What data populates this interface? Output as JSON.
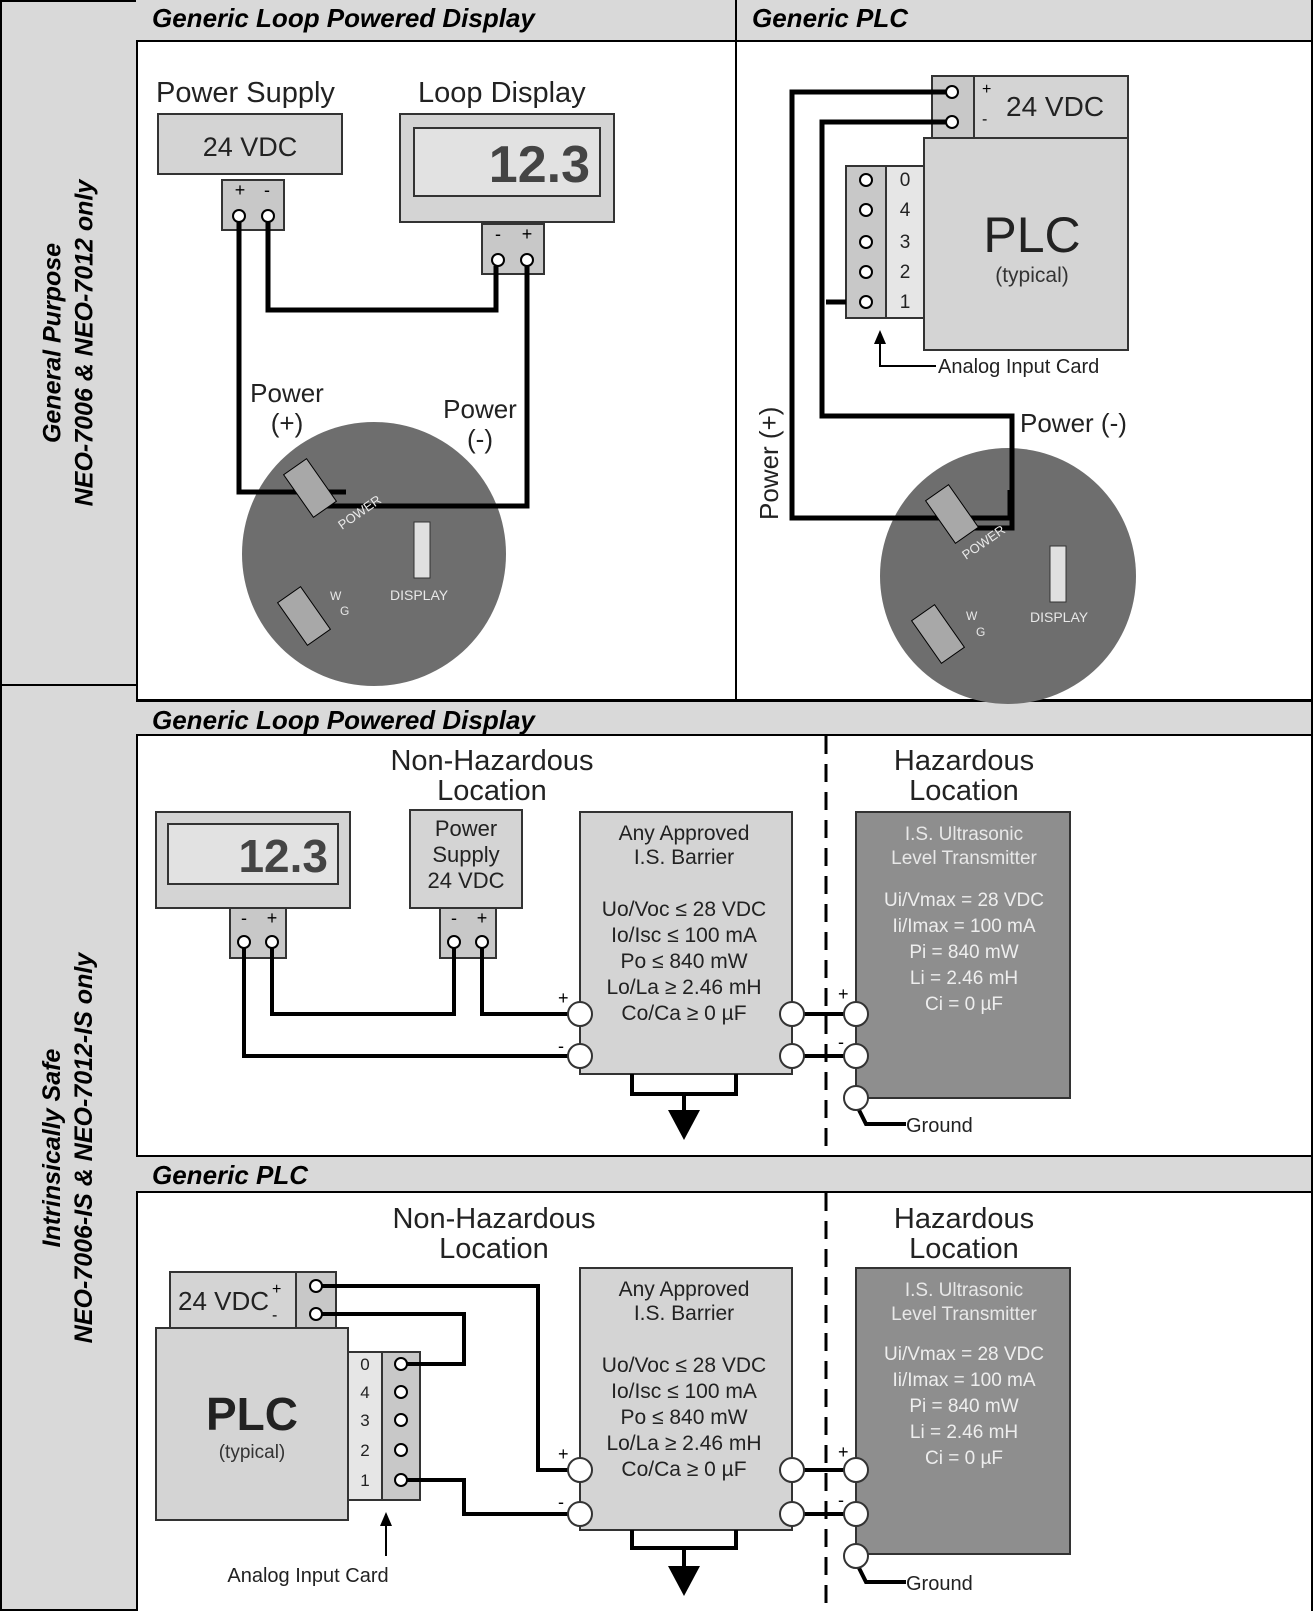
{
  "rows": [
    {
      "label_line1": "General Purpose",
      "label_line2": "NEO-7006 & NEO-7012 only"
    },
    {
      "label_line1": "Intrinsically Safe",
      "label_line2": "NEO-7006-IS & NEO-7012-IS only"
    }
  ],
  "headers": {
    "gp_display": "Generic Loop Powered Display",
    "gp_plc": "Generic PLC",
    "is_display": "Generic Loop Powered Display",
    "is_plc": "Generic PLC"
  },
  "gp_display": {
    "power_supply_title": "Power Supply",
    "power_supply_value": "24 VDC",
    "loop_display_title": "Loop Display",
    "display_value": "12.3",
    "plus": "+",
    "minus": "-",
    "power_pos_line1": "Power",
    "power_pos_line2": "(+)",
    "power_neg_line1": "Power",
    "power_neg_line2": "(-)",
    "power_label": "POWER",
    "display_label": "DISPLAY",
    "w": "W",
    "g": "G"
  },
  "gp_plc": {
    "supply_label": "24 VDC",
    "plc_title": "PLC",
    "plc_sub": "(typical)",
    "channels": [
      "0",
      "4",
      "3",
      "2",
      "1"
    ],
    "card_label": "Analog Input Card",
    "power_pos": "Power (+)",
    "power_neg": "Power (-)",
    "power_label": "POWER",
    "display_label": "DISPLAY",
    "w": "W",
    "g": "G"
  },
  "is_common": {
    "non_haz_1": "Non-Hazardous",
    "non_haz_2": "Location",
    "haz_1": "Hazardous",
    "haz_2": "Location",
    "barrier_1": "Any Approved",
    "barrier_2": "I.S. Barrier",
    "barrier_specs": [
      "Uo/Voc ≤ 28 VDC",
      "Io/Isc ≤ 100 mA",
      "Po ≤ 840 mW",
      "Lo/La ≥ 2.46 mH",
      "Co/Ca ≥ 0 µF"
    ],
    "tx_1": "I.S. Ultrasonic",
    "tx_2": "Level Transmitter",
    "tx_specs": [
      "Ui/Vmax = 28 VDC",
      "Ii/Imax = 100 mA",
      "Pi = 840 mW",
      "Li = 2.46 mH",
      "Ci = 0 µF"
    ],
    "ground": "Ground"
  },
  "is_display": {
    "display_value": "12.3",
    "ps_1": "Power",
    "ps_2": "Supply",
    "ps_3": "24 VDC"
  },
  "is_plc": {
    "supply_label": "24 VDC",
    "plc_title": "PLC",
    "plc_sub": "(typical)",
    "channels": [
      "0",
      "4",
      "3",
      "2",
      "1"
    ],
    "card_label": "Analog Input Card"
  },
  "colors": {
    "box": "#d4d4d4",
    "band": "#d9d9d9",
    "transmitter": "#8e8e8e",
    "sensor": "#6e6e6e"
  }
}
